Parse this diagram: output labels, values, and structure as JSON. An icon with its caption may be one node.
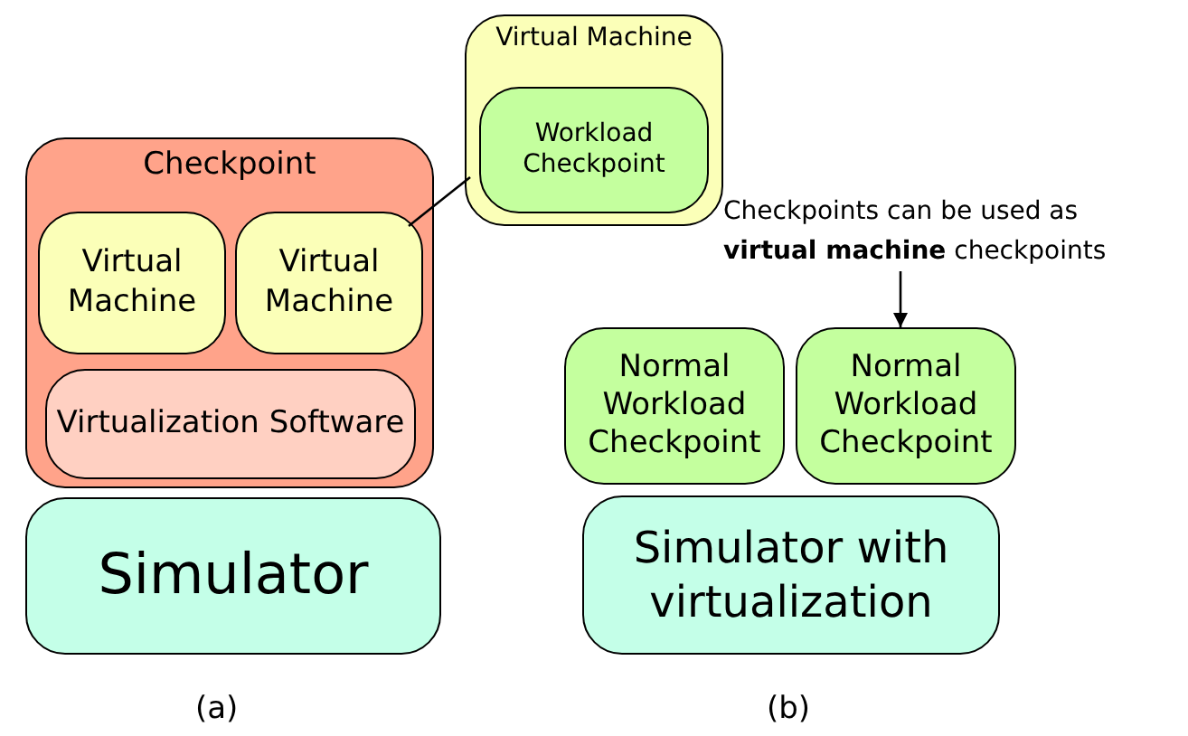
{
  "diagram": {
    "nodes": [
      {
        "text": [
          "Checkpoint"
        ]
      },
      {
        "text": [
          "Virtual Machine"
        ],
        "in": 0
      },
      {
        "text": [
          "Virtual Machine"
        ],
        "in": 0
      },
      {
        "text": [
          "Virtualization Software"
        ],
        "in": 0
      },
      {
        "text": [
          "Simulator"
        ]
      },
      {
        "text": [
          "Virtual Machine"
        ]
      },
      {
        "text": [
          "Workload Checkpoint"
        ],
        "in": 5
      },
      {
        "text": [
          "Checkpoints can be used as **virtual machine** checkpoints"
        ]
      },
      {
        "text": [
          "Normal Workload Checkpoint"
        ]
      },
      {
        "text": [
          "Normal Workload Checkpoint"
        ]
      },
      {
        "text": [
          "Simulator with virtualization"
        ]
      }
    ],
    "edges": [
      {
        "from": 2,
        "to": 5,
        "arrow": "none"
      },
      {
        "from": 7,
        "to": 9,
        "arrow": "to"
      }
    ],
    "labels": [
      "(a)",
      "(b)"
    ]
  }
}
